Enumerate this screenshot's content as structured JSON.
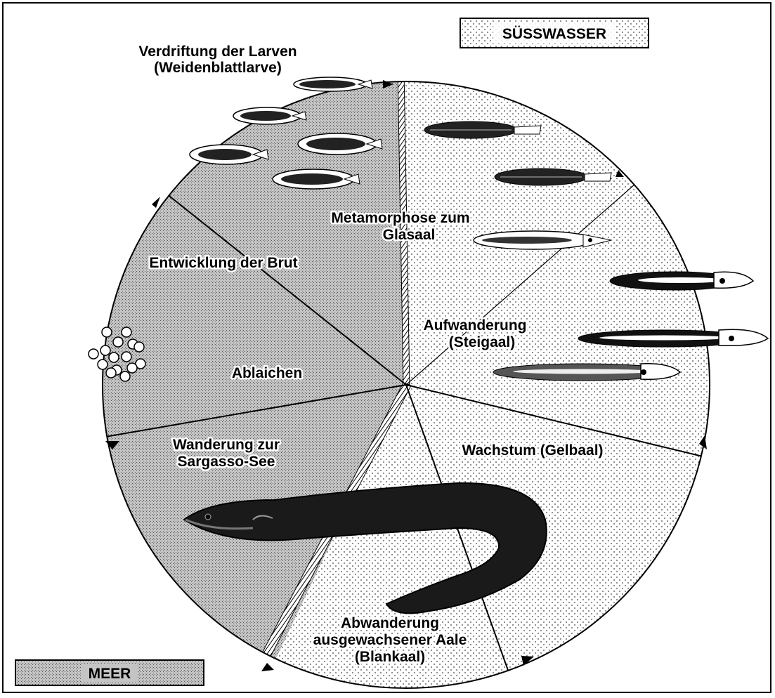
{
  "legend": {
    "freshwater": "SÜSSWASSER",
    "sea": "MEER"
  },
  "stages": {
    "larval_drift_line1": "Verdriftung der Larven",
    "larval_drift_line2": "(Weidenblattlarve)",
    "metamorphosis_line1": "Metamorphose zum",
    "metamorphosis_line2": "Glasaal",
    "brood_development": "Entwicklung der Brut",
    "upstream_line1": "Aufwanderung",
    "upstream_line2": "(Steigaal)",
    "spawning": "Ablaichen",
    "growth": "Wachstum (Gelbaal)",
    "migration_line1": "Wanderung zur",
    "migration_line2": "Sargasso-See",
    "downstream_line1": "Abwanderung",
    "downstream_line2": "ausgewachsener Aale",
    "downstream_line3": "(Blankaal)"
  },
  "colors": {
    "sea_fill": "#bdbdbd",
    "freshwater_fill": "#f4f4f4",
    "ink": "#000000"
  },
  "icons": [
    "egg-cluster-icon",
    "leaf-larva-icon",
    "glass-eel-icon",
    "elver-icon",
    "yellow-eel-icon",
    "silver-eel-icon",
    "cycle-arrow-icon"
  ]
}
